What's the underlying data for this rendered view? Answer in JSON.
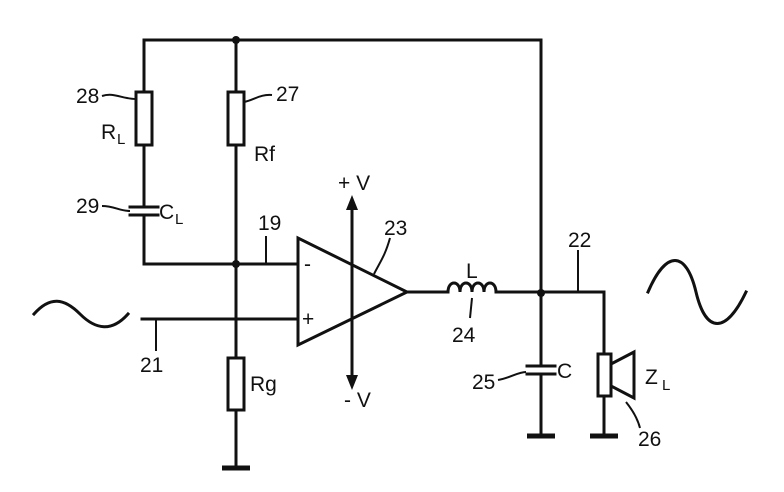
{
  "labels": {
    "ref_28": "28",
    "ref_27": "27",
    "ref_29": "29",
    "ref_19": "19",
    "ref_23": "23",
    "ref_22": "22",
    "ref_21": "21",
    "ref_24": "24",
    "ref_25": "25",
    "ref_26": "26",
    "r_l_main": "R",
    "r_l_sub": "L",
    "c_l_main": "C",
    "c_l_sub": "L",
    "z_l_main": "Z",
    "z_l_sub": "L",
    "rf": "Rf",
    "rg": "Rg",
    "inductor": "L",
    "capacitor": "C",
    "plus_v": "+ V",
    "minus_v": "- V",
    "inv_input": "-",
    "noninv_input": "+"
  }
}
